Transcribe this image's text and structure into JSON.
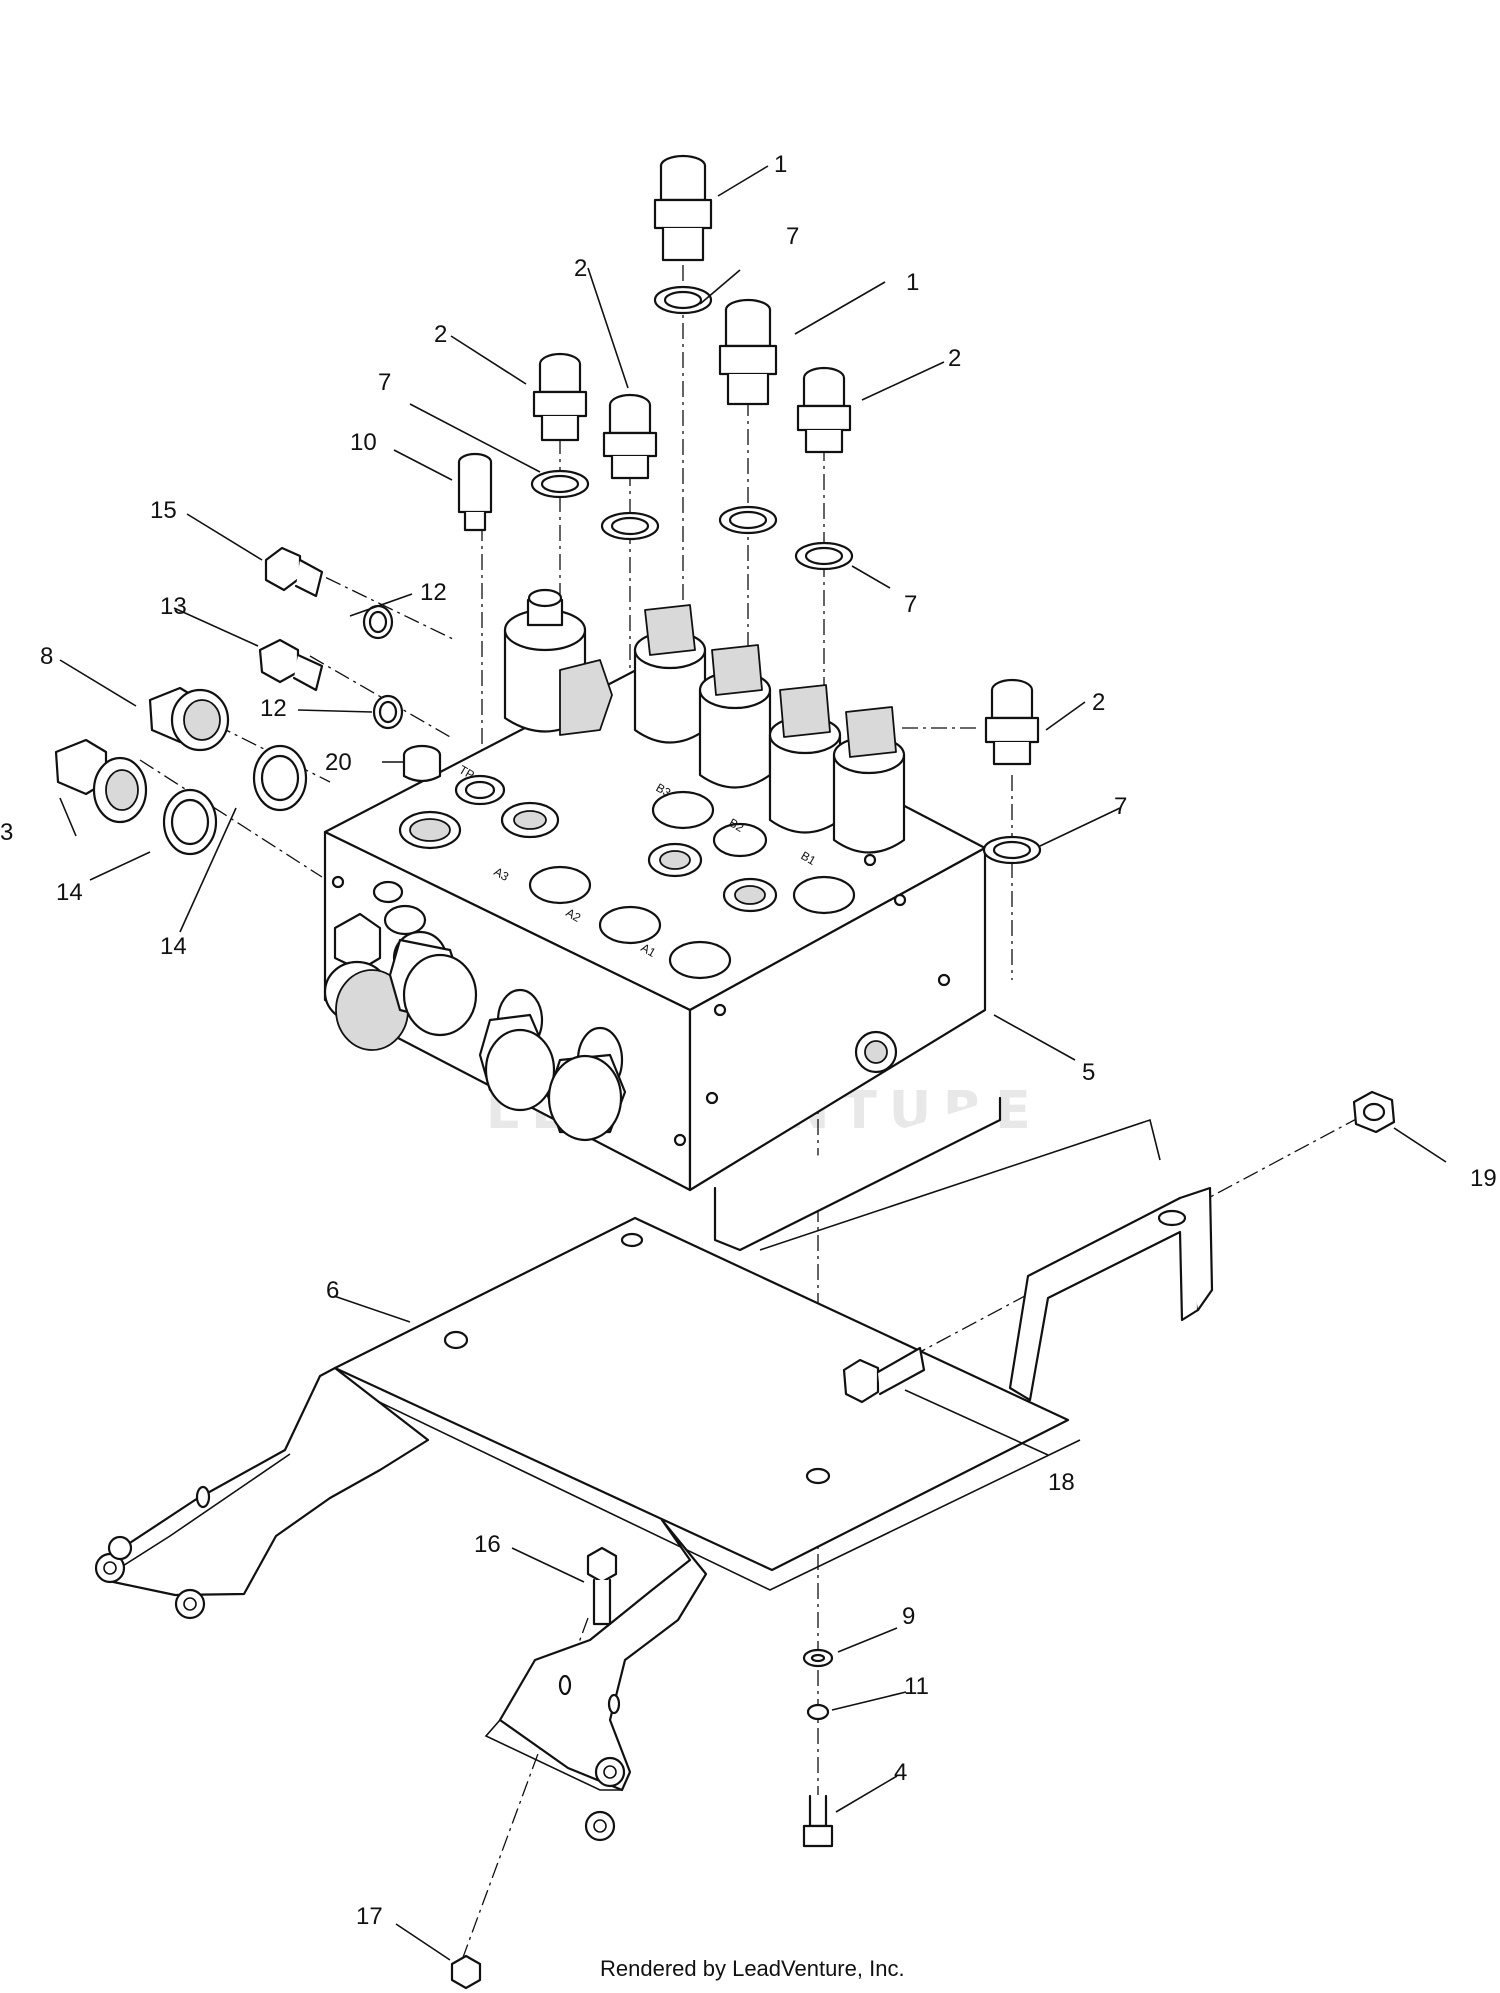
{
  "watermark": "LEADVENTURE",
  "footer": "Rendered by LeadVenture, Inc.",
  "port_labels": [
    "A1",
    "A2",
    "A3",
    "B1",
    "B2",
    "B3",
    "TP"
  ],
  "callouts": [
    {
      "id": "c1a",
      "label": "1"
    },
    {
      "id": "c1b",
      "label": "1"
    },
    {
      "id": "c2a",
      "label": "2"
    },
    {
      "id": "c2b",
      "label": "2"
    },
    {
      "id": "c2c",
      "label": "2"
    },
    {
      "id": "c2d",
      "label": "2"
    },
    {
      "id": "c3",
      "label": "3"
    },
    {
      "id": "c4",
      "label": "4"
    },
    {
      "id": "c5",
      "label": "5"
    },
    {
      "id": "c6",
      "label": "6"
    },
    {
      "id": "c7a",
      "label": "7"
    },
    {
      "id": "c7b",
      "label": "7"
    },
    {
      "id": "c7c",
      "label": "7"
    },
    {
      "id": "c7d",
      "label": "7"
    },
    {
      "id": "c8",
      "label": "8"
    },
    {
      "id": "c9",
      "label": "9"
    },
    {
      "id": "c10",
      "label": "10"
    },
    {
      "id": "c11",
      "label": "11"
    },
    {
      "id": "c12a",
      "label": "12"
    },
    {
      "id": "c12b",
      "label": "12"
    },
    {
      "id": "c13",
      "label": "13"
    },
    {
      "id": "c14a",
      "label": "14"
    },
    {
      "id": "c14b",
      "label": "14"
    },
    {
      "id": "c15",
      "label": "15"
    },
    {
      "id": "c16",
      "label": "16"
    },
    {
      "id": "c17",
      "label": "17"
    },
    {
      "id": "c18",
      "label": "18"
    },
    {
      "id": "c19",
      "label": "19"
    },
    {
      "id": "c20",
      "label": "20"
    }
  ]
}
